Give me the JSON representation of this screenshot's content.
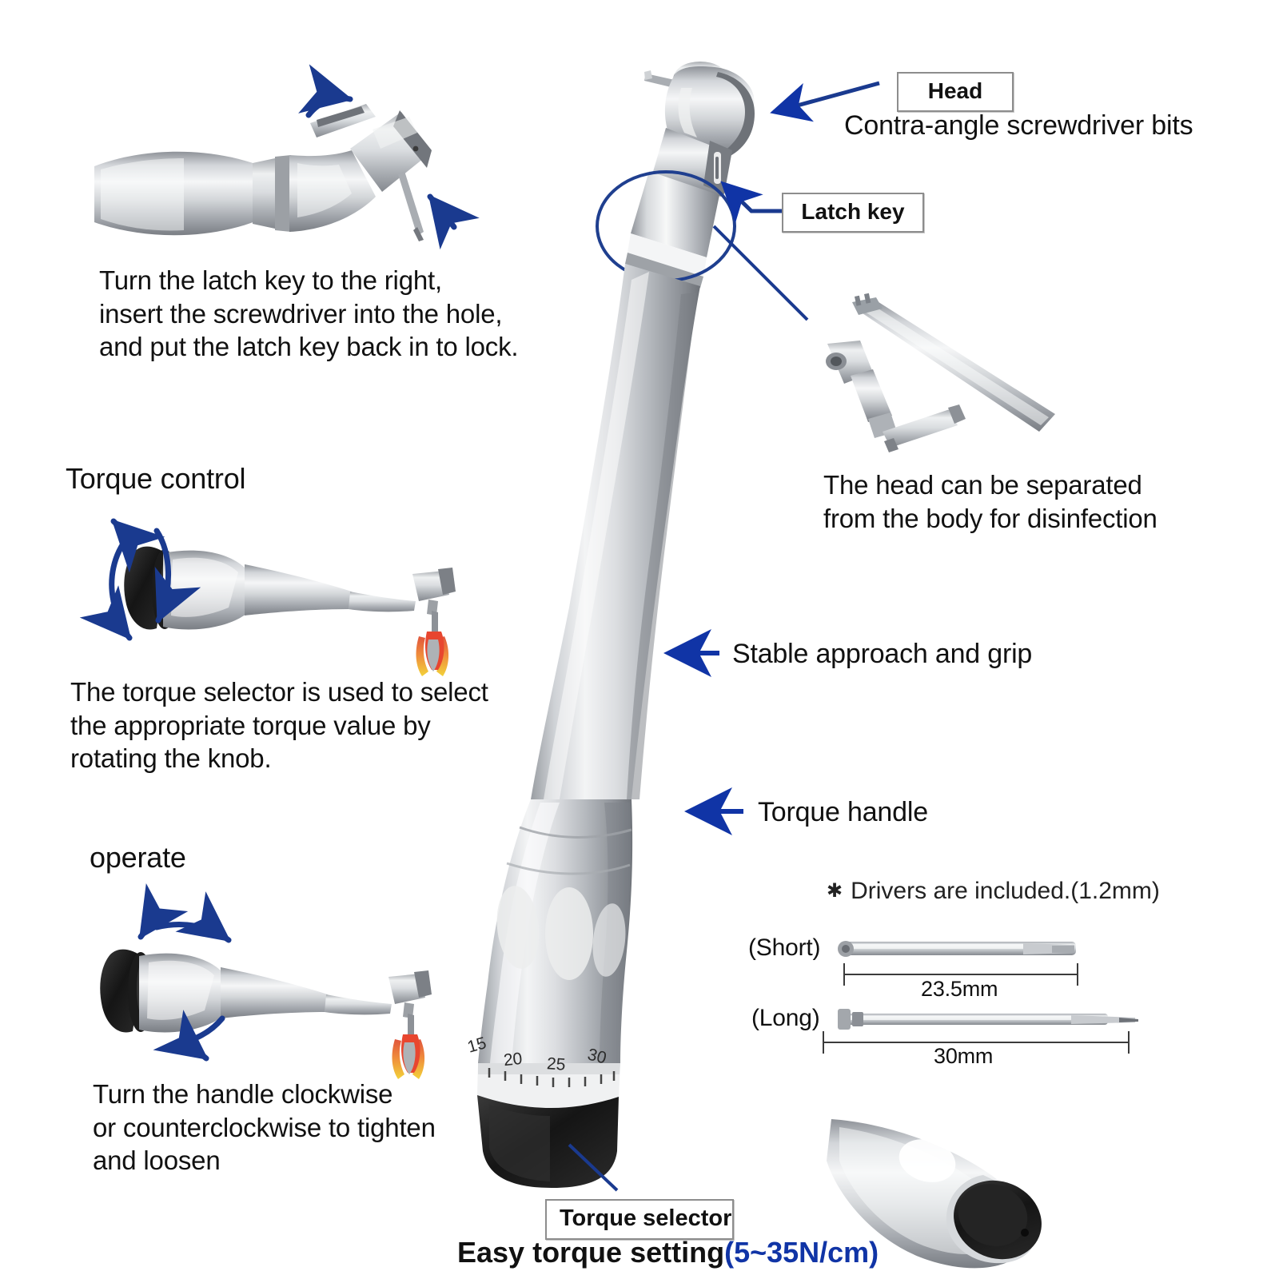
{
  "page": {
    "background": "#ffffff",
    "accent_blue": "#1a3a8f",
    "arrow_blue": "#1034a6",
    "metal_light": "#e8e9eb",
    "metal_mid": "#b9bcc0",
    "metal_dark": "#8a8e93",
    "cap_black": "#1c1c1c"
  },
  "callouts": {
    "head": "Head",
    "latch_key": "Latch key",
    "torque_selector": "Torque selector"
  },
  "annotations": {
    "contra_angle": "Contra-angle screwdriver bits",
    "stable_grip": "Stable approach and grip",
    "torque_handle": "Torque handle",
    "head_separate": "The head can be separated\nfrom the body for disinfection"
  },
  "panels": {
    "latch_instruction": "Turn the latch key to the right,\ninsert the screwdriver into the hole,\nand put the latch key back in to lock.",
    "torque_control_title": "Torque control",
    "torque_control_text": "The torque selector is used to select\nthe appropriate torque value by\nrotating the knob.",
    "operate_title": "operate",
    "operate_text": "Turn the handle clockwise\nor counterclockwise to tighten\nand loosen"
  },
  "drivers": {
    "note": "Drivers are included.(1.2mm)",
    "bullet": "star-bullet-icon",
    "items": [
      {
        "label": "(Short)",
        "length": "23.5mm"
      },
      {
        "label": "(Long)",
        "length": "30mm"
      }
    ]
  },
  "torque_dial": {
    "ticks": [
      "15",
      "20",
      "25",
      "30"
    ]
  },
  "footer": {
    "title_plain": "Easy torque setting",
    "title_range": "(5~35N/cm)"
  }
}
